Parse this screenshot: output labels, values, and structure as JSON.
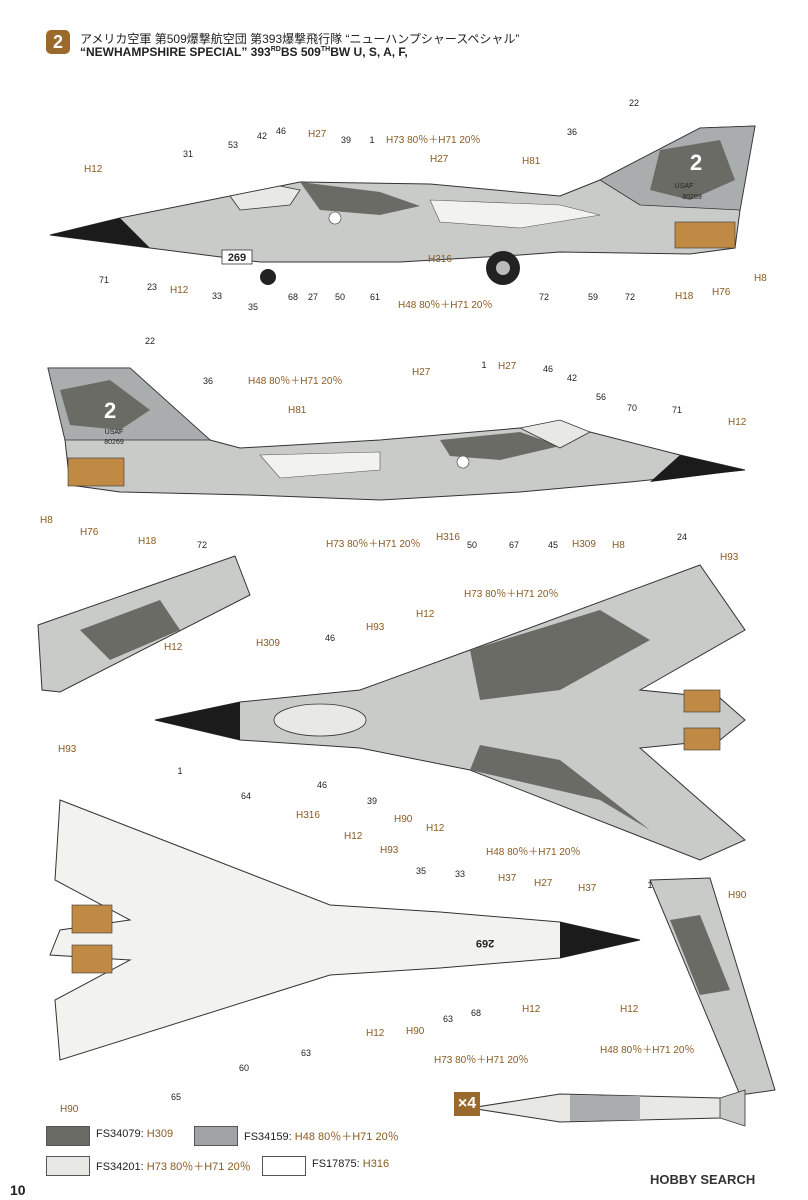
{
  "header": {
    "badge": "2",
    "line1": "アメリカ空軍 第509爆撃航空団 第393爆撃飛行隊 “ニューハンプシャースペシャル”",
    "line2a": "“NEWHAMPSHIRE SPECIAL”  393",
    "line2b": "RD",
    "line2c": "BS  509",
    "line2d": "TH",
    "line2e": "BW  U, S, A, F,"
  },
  "side_view_top": {
    "tail_code": "2",
    "serial": "80269",
    "usaf": "USAF",
    "nose_number": "269",
    "callouts": [
      "H12",
      "H27",
      "H73 80％＋H71 20％",
      "H27",
      "H81",
      "H12",
      "H316",
      "H48 80％＋H71 20％",
      "H18",
      "H76",
      "H8"
    ],
    "numbers": [
      "22",
      "36",
      "31",
      "53",
      "42",
      "46",
      "39",
      "1",
      "71",
      "23",
      "33",
      "35",
      "68",
      "27",
      "50",
      "61",
      "72",
      "59",
      "72"
    ]
  },
  "side_view_bottom": {
    "tail_code": "2",
    "serial": "80269",
    "usaf": "USAF",
    "callouts": [
      "H48 80％＋H71 20％",
      "H27",
      "H81",
      "H27",
      "H12",
      "H8",
      "H76",
      "H18",
      "H73 80％＋H71 20％",
      "H316",
      "H309",
      "H8"
    ],
    "numbers": [
      "22",
      "36",
      "1",
      "46",
      "42",
      "56",
      "70",
      "71",
      "72",
      "50",
      "67",
      "45",
      "24"
    ]
  },
  "top_view": {
    "callouts": [
      "H73 80％＋H71 20％",
      "H93",
      "H12",
      "H309",
      "H93",
      "H12",
      "H90",
      "H12",
      "H48 80％＋H71 20％",
      "H90"
    ],
    "numbers": [
      "46",
      "46",
      "39",
      "1"
    ]
  },
  "bottom_view": {
    "nose_number": "269",
    "callouts": [
      "H93",
      "H316",
      "H12",
      "H93",
      "H37",
      "H27",
      "H37",
      "H12",
      "H12",
      "H90",
      "H12",
      "H90"
    ],
    "numbers": [
      "1",
      "64",
      "35",
      "33",
      "60",
      "63",
      "63",
      "68",
      "65"
    ]
  },
  "tank_label": "×4",
  "tank_callouts": [
    "H73 80％＋H71 20％",
    "H48 80％＋H71 20％"
  ],
  "legend": [
    {
      "code": "FS34079:",
      "ref": "H309",
      "color": "#6b6b66"
    },
    {
      "code": "FS34159:",
      "ref": "H48 80％＋H71 20％",
      "color": "#9fa3a3"
    },
    {
      "code": "FS34201:",
      "ref": "H73 80％＋H71 20％",
      "color": "#e8e8e4"
    },
    {
      "code": "FS17875:",
      "ref": "H316",
      "color": "#ffffff"
    }
  ],
  "page_number": "10",
  "watermark": "HOBBY SEARCH"
}
